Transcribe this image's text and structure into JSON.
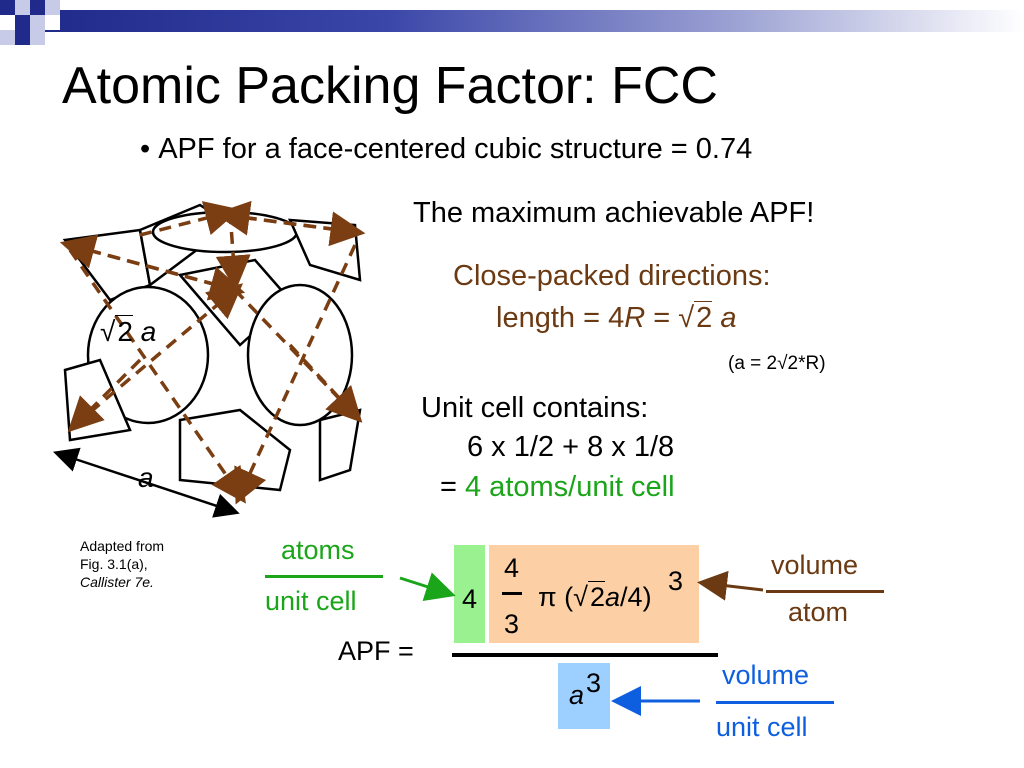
{
  "slide": {
    "title": "Atomic Packing Factor:  FCC",
    "bullet": "APF for a face-centered cubic structure = 0.74",
    "max_apf": "The maximum achievable APF!",
    "close_packed": {
      "heading": "Close-packed directions:",
      "length_prefix": "length = 4",
      "R": "R",
      "equals": " = ",
      "sqrt_arg": "2",
      "a": "a"
    },
    "a_note": "(a = 2√2*R)",
    "unit_cell": {
      "heading": "Unit cell contains:",
      "calc": "6 x 1/2 + 8 x 1/8",
      "eq": "=",
      "result": "4 atoms/unit cell"
    },
    "figure": {
      "diag_label_sqrt": "2",
      "diag_label_a": "a",
      "edge_label": "a"
    },
    "source": {
      "line1": "Adapted from",
      "line2": "Fig. 3.1(a),",
      "line3": "Callister 7e."
    },
    "formula": {
      "atoms": "atoms",
      "unit_cell": "unit cell",
      "four": "4",
      "num4": "4",
      "den3": "3",
      "pi": "π",
      "open": "(",
      "sqrt_arg": "2",
      "a": "a",
      "div4": "/4)",
      "exp3": "3",
      "volume": "volume",
      "atom": "atom",
      "apf": "APF =",
      "a_den": "a",
      "exp3_den": "3",
      "volume2": "volume",
      "unit_cell2": "unit cell"
    },
    "colors": {
      "green": "#1aa51a",
      "brown": "#6b3a12",
      "blue": "#0d5fe0",
      "green_box": "#99f28f",
      "orange_box": "#fcd0a4",
      "blue_box": "#9ed0ff"
    }
  }
}
